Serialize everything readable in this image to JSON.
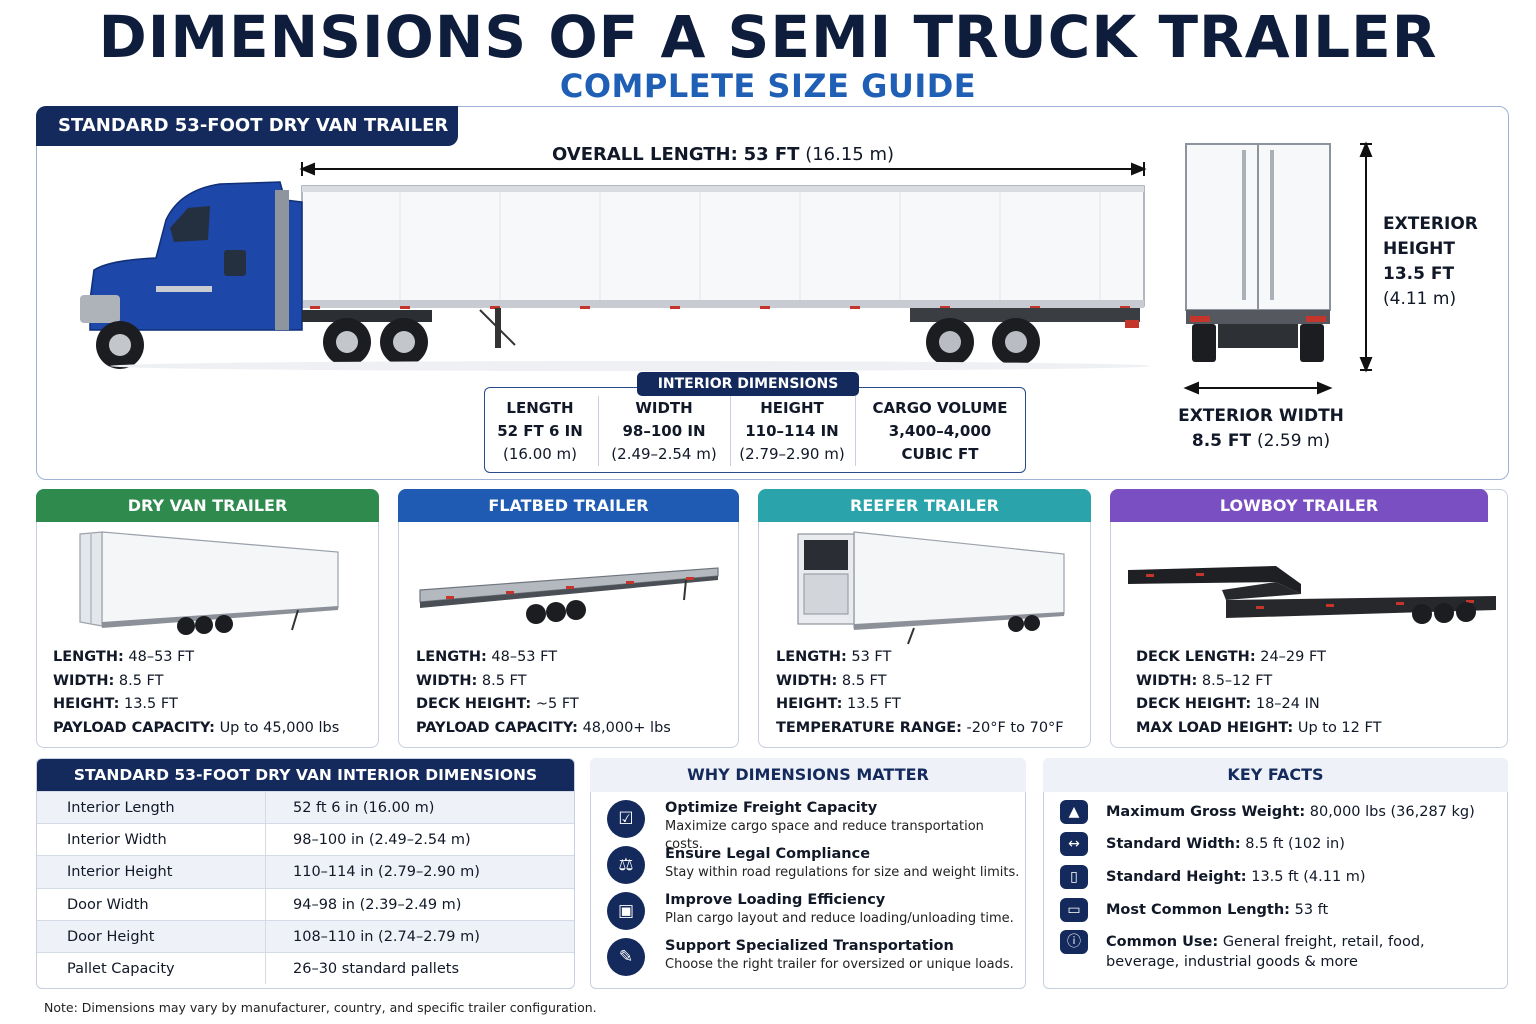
{
  "title": "DIMENSIONS OF A SEMI TRUCK TRAILER",
  "subtitle": "COMPLETE SIZE GUIDE",
  "main": {
    "header": "STANDARD 53-FOOT DRY VAN TRAILER",
    "overall_label": "OVERALL LENGTH:",
    "overall_value": "53 FT",
    "overall_metric": "(16.15 m)",
    "ext_height_label_1": "EXTERIOR",
    "ext_height_label_2": "HEIGHT",
    "ext_height_value": "13.5 FT",
    "ext_height_metric": "(4.11 m)",
    "ext_width_label": "EXTERIOR WIDTH",
    "ext_width_value": "8.5 FT",
    "ext_width_metric": "(2.59 m)",
    "interior_tag": "INTERIOR DIMENSIONS",
    "interior": [
      {
        "label": "LENGTH",
        "value": "52 FT 6 IN",
        "metric": "(16.00 m)"
      },
      {
        "label": "WIDTH",
        "value": "98–100 IN",
        "metric": "(2.49–2.54 m)"
      },
      {
        "label": "HEIGHT",
        "value": "110–114 IN",
        "metric": "(2.79–2.90 m)"
      },
      {
        "label": "CARGO VOLUME",
        "value": "3,400–4,000",
        "metric": "CUBIC FT"
      }
    ]
  },
  "cards": [
    {
      "title": "DRY VAN TRAILER",
      "color": "#2f8a4e",
      "specs": [
        {
          "k": "LENGTH:",
          "v": "48–53 FT"
        },
        {
          "k": "WIDTH:",
          "v": "8.5 FT"
        },
        {
          "k": "HEIGHT:",
          "v": "13.5 FT"
        },
        {
          "k": "PAYLOAD CAPACITY:",
          "v": "Up to 45,000 lbs"
        }
      ]
    },
    {
      "title": "FLATBED TRAILER",
      "color": "#1f5bb3",
      "specs": [
        {
          "k": "LENGTH:",
          "v": "48–53 FT"
        },
        {
          "k": "WIDTH:",
          "v": "8.5 FT"
        },
        {
          "k": "DECK HEIGHT:",
          "v": "~5 FT"
        },
        {
          "k": "PAYLOAD CAPACITY:",
          "v": "48,000+ lbs"
        }
      ]
    },
    {
      "title": "REEFER TRAILER",
      "color": "#2aa3ab",
      "specs": [
        {
          "k": "LENGTH:",
          "v": "53 FT"
        },
        {
          "k": "WIDTH:",
          "v": "8.5 FT"
        },
        {
          "k": "HEIGHT:",
          "v": "13.5 FT"
        },
        {
          "k": "TEMPERATURE RANGE:",
          "v": "-20°F to 70°F"
        }
      ]
    },
    {
      "title": "LOWBOY TRAILER",
      "color": "#7a4fc2",
      "specs": [
        {
          "k": "DECK LENGTH:",
          "v": "24–29 FT"
        },
        {
          "k": "WIDTH:",
          "v": "8.5–12 FT"
        },
        {
          "k": "DECK HEIGHT:",
          "v": "18–24 IN"
        },
        {
          "k": "MAX LOAD HEIGHT:",
          "v": "Up to 12 FT"
        }
      ]
    }
  ],
  "table": {
    "title": "STANDARD 53-FOOT DRY VAN INTERIOR DIMENSIONS",
    "rows": [
      [
        "Interior Length",
        "52 ft 6 in (16.00 m)"
      ],
      [
        "Interior Width",
        "98–100 in (2.49–2.54 m)"
      ],
      [
        "Interior Height",
        "110–114 in (2.79–2.90 m)"
      ],
      [
        "Door Width",
        "94–98 in (2.39–2.49 m)"
      ],
      [
        "Door Height",
        "108–110 in (2.74–2.79 m)"
      ],
      [
        "Pallet Capacity",
        "26–30 standard pallets"
      ]
    ]
  },
  "why": {
    "title": "WHY DIMENSIONS MATTER",
    "items": [
      {
        "icon": "checklist-icon",
        "title": "Optimize Freight Capacity",
        "desc": "Maximize cargo space and reduce transportation costs."
      },
      {
        "icon": "legal-document-icon",
        "title": "Ensure Legal Compliance",
        "desc": "Stay within road regulations for size and weight limits."
      },
      {
        "icon": "loading-box-icon",
        "title": "Improve Loading Efficiency",
        "desc": "Plan cargo layout and reduce loading/unloading time."
      },
      {
        "icon": "wrench-icon",
        "title": "Support Specialized Transportation",
        "desc": "Choose the right trailer for oversized or unique loads."
      }
    ]
  },
  "facts": {
    "title": "KEY FACTS",
    "items": [
      {
        "icon": "weight-icon",
        "k": "Maximum Gross Weight:",
        "v": "80,000 lbs (36,287 kg)"
      },
      {
        "icon": "width-arrows-icon",
        "k": "Standard Width:",
        "v": "8.5 ft (102 in)"
      },
      {
        "icon": "height-icon",
        "k": "Standard Height:",
        "v": "13.5 ft (4.11 m)"
      },
      {
        "icon": "length-icon",
        "k": "Most Common Length:",
        "v": "53 ft"
      },
      {
        "icon": "info-icon",
        "k": "Common Use:",
        "v": "General freight, retail, food, beverage, industrial goods & more"
      }
    ]
  },
  "note": "Note: Dimensions may vary by manufacturer, country, and specific trailer configuration."
}
